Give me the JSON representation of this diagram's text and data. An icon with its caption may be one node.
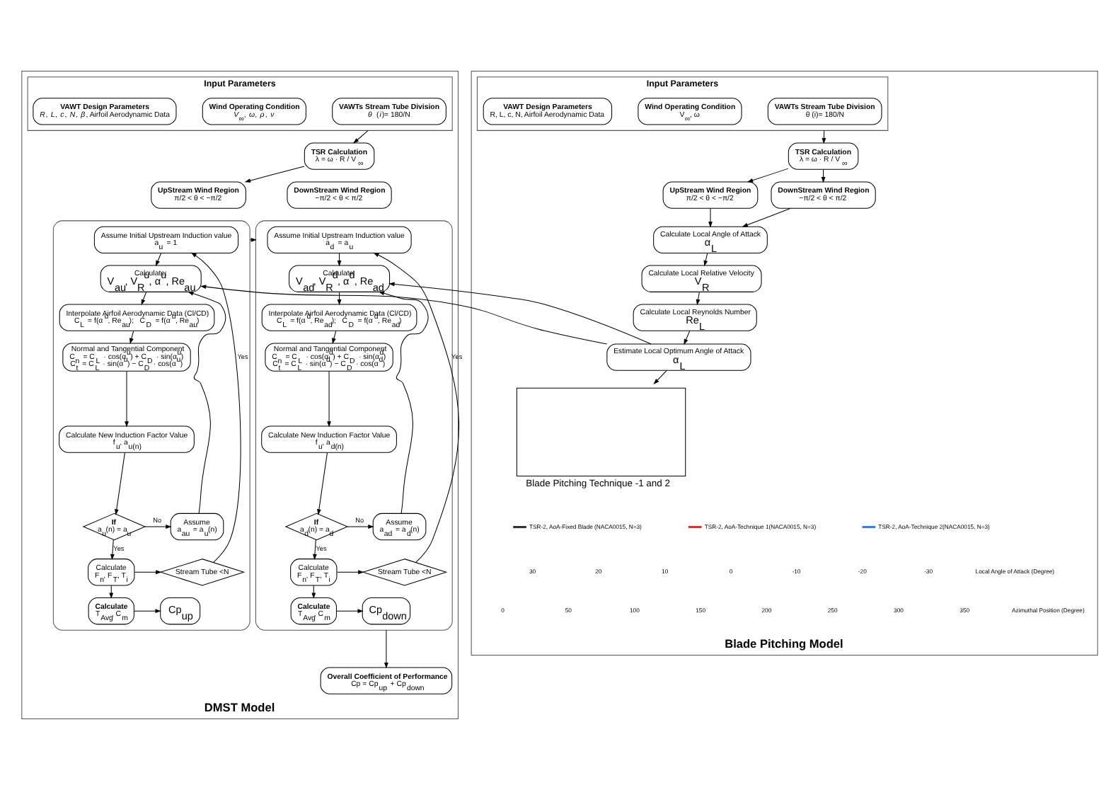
{
  "diagram": {
    "nodes": [
      {
        "text": [
          "DMST Model"
        ]
      },
      {
        "text": [
          "Input Parameters"
        ],
        "in": 0
      },
      {
        "text": [
          "VAWT Design Parameters",
          "*R*, *L*, *c*, *N*, *β*, Airfoil Aerodynamic Data"
        ],
        "in": 1
      },
      {
        "text": [
          "Wind Operating Condition",
          "*V*$_{∞}$, *ω*, *ρ*, *ν*"
        ],
        "in": 1
      },
      {
        "text": [
          "VAWTs Stream Tube Division",
          "*θ* (*i*)= 180/N"
        ],
        "in": 1
      },
      {
        "text": [
          "TSR Calculation",
          "λ = ω · R / V$_{∞}$"
        ],
        "in": 0
      },
      {
        "text": [
          "UpStream Wind Region",
          "π/2 < θ < −π/2"
        ],
        "in": 0
      },
      {
        "text": [
          "DownStream Wind Region",
          "−π/2 < θ < π/2"
        ],
        "in": 0
      },
      {
        "text": [],
        "shape": "box",
        "in": 0
      },
      {
        "text": [
          "Assume Initial Upstream Induction value",
          "a$_{u}$ = 1"
        ],
        "in": 8
      },
      {
        "text": [
          "Calculate:",
          "V$_{au}$, V$_{R}$$^{u}$, α$^{u}$, Re$_{au}$"
        ],
        "in": 8
      },
      {
        "text": [
          "Interpolate Airfoil Aerodynamic Data (Cl/CD)",
          "C$_{L}$ = f(α$^{u}$, Re$_{au}$);   C$_{D}$ = f(α$^{u}$, Re$_{au}$)"
        ],
        "in": 8
      },
      {
        "text": [
          "Normal and Tangential Component",
          "C$_{n}$ = C$_{L}$ · cos(α$^{u}$) + C$_{D}$ · sin(α$^{u}$)",
          "C$_{t}$ = C$_{L}$ · sin(α$^{u}$) − C$_{D}$ · cos(α$^{u}$)"
        ],
        "in": 8
      },
      {
        "text": [
          "Calculate New Induction Factor Value",
          "f$_{u}$, a$_{u(n)}$"
        ],
        "in": 8
      },
      {
        "text": [
          "If",
          "a$_{u}$(n) = a$_{u}$"
        ],
        "in": 8
      },
      {
        "text": [
          "Assume",
          "a$_{au}$ = a$_{u}$(n)"
        ],
        "in": 8
      },
      {
        "text": [
          "Calculate",
          "F$_{n}$, F$_{T}$, T$_{i}$"
        ],
        "in": 8
      },
      {
        "text": [
          "Stream Tube <N"
        ],
        "in": 8
      },
      {
        "text": [
          "Calculate",
          "T$_{Avg}$, C$_{m}$"
        ],
        "in": 8
      },
      {
        "text": [
          "Cp$_{up}$"
        ],
        "in": 8
      },
      {
        "text": [],
        "shape": "box",
        "in": 0
      },
      {
        "text": [
          "Assume Initial Upstream Induction value",
          "a$_{d}$ = a$_{u}$"
        ],
        "in": 20
      },
      {
        "text": [
          "Calculate:",
          "V$_{ad}$, V$_{R}$$^{d}$, α$^{d}$, Re$_{ad}$"
        ],
        "in": 20
      },
      {
        "text": [
          "Interpolate Airfoil Aerodynamic Data (Cl/CD)",
          "C$_{L}$ = f(α$^{d}$, Re$_{ad}$);   C$_{D}$ = f(α$^{d}$, Re$_{ad}$)"
        ],
        "in": 20
      },
      {
        "text": [
          "Normal and Tangential Component",
          "C$_{n}$ = C$_{L}$ · cos(α$^{d}$) + C$_{D}$ · sin(α$^{d}$)",
          "C$_{t}$ = C$_{L}$ · sin(α$^{d}$) − C$_{D}$ · cos(α$^{d}$)"
        ],
        "in": 20
      },
      {
        "text": [
          "Calculate New Induction Factor Value",
          "f$_{u}$, a$_{d(n)}$"
        ],
        "in": 20
      },
      {
        "text": [
          "If",
          "a$_{d}$(n) = a$_{d}$"
        ],
        "in": 20
      },
      {
        "text": [
          "Assume",
          "a$_{ad}$ = a$_{d}$(n)"
        ],
        "in": 20
      },
      {
        "text": [
          "Calculate",
          "F$_{n}$, F$_{T}$, T$_{i}$"
        ],
        "in": 20
      },
      {
        "text": [
          "Stream Tube <N"
        ],
        "in": 20
      },
      {
        "text": [
          "Calculate",
          "T$_{Avg}$, C$_{m}$"
        ],
        "in": 20
      },
      {
        "text": [
          "Cp$_{down}$"
        ],
        "in": 20
      },
      {
        "text": [
          "Overall Coefficient of Performance",
          "Cp = Cp$_{up}$ + Cp$_{down}$"
        ],
        "in": 0
      },
      {
        "text": [
          "Blade Pitching Model"
        ]
      },
      {
        "text": [
          "Input Parameters"
        ],
        "in": 33
      },
      {
        "text": [
          "VAWT Design Parameters",
          "R, L, c, N, Airfoil Aerodynamic Data"
        ],
        "in": 34
      },
      {
        "text": [
          "Wind Operating Condition",
          "V$_{∞}$, ω"
        ],
        "in": 34
      },
      {
        "text": [
          "VAWTs Stream Tube Division",
          "θ (i)= 180/N"
        ],
        "in": 34
      },
      {
        "text": [
          "TSR Calculation",
          "λ = ω · R / V$_{∞}$"
        ],
        "in": 33
      },
      {
        "text": [
          "UpStream Wind Region",
          "π/2 < θ < −π/2"
        ],
        "in": 33
      },
      {
        "text": [
          "DownStream Wind Region",
          "−π/2 < θ < π/2"
        ],
        "in": 33
      },
      {
        "text": [
          "Calculate Local Angle of Attack",
          "α$_{L}$"
        ],
        "in": 33
      },
      {
        "text": [
          "Calculate Local Relative Velocity",
          "V$_{R}$"
        ],
        "in": 33
      },
      {
        "text": [
          "Calculate Local Reynolds Number",
          "Re$_{L}$"
        ],
        "in": 33
      },
      {
        "text": [
          "Estimate Local Optimum Angle of Attack",
          "α$_{L}$"
        ],
        "in": 33
      },
      {
        "text": [],
        "shape": "box",
        "in": 33,
        "beside": [
          "Blade Pitching Technique -1 and 2"
        ]
      }
    ],
    "edges": [
      {
        "from": 1,
        "to": 5,
        "arrow": "to"
      },
      {
        "from": 5,
        "to": 6,
        "arrow": "to"
      },
      {
        "from": 9,
        "to": 10,
        "arrow": "to"
      },
      {
        "from": 10,
        "to": 11,
        "arrow": "to"
      },
      {
        "from": 11,
        "to": 12,
        "arrow": "to"
      },
      {
        "from": 12,
        "to": 13,
        "arrow": "to"
      },
      {
        "from": 13,
        "to": 14,
        "arrow": "to"
      },
      {
        "from": 14,
        "to": 15,
        "arrow": "to",
        "label": "No"
      },
      {
        "from": 15,
        "to": 10,
        "arrow": "to"
      },
      {
        "from": 14,
        "to": 16,
        "arrow": "to",
        "label": "Yes"
      },
      {
        "from": 16,
        "to": 17,
        "arrow": "to"
      },
      {
        "from": 17,
        "to": 9,
        "arrow": "to",
        "label": "Yes"
      },
      {
        "from": 16,
        "to": 18,
        "arrow": "to"
      },
      {
        "from": 18,
        "to": 19,
        "arrow": "to"
      },
      {
        "from": 8,
        "to": 20,
        "arrow": "to"
      },
      {
        "from": 21,
        "to": 22,
        "arrow": "to"
      },
      {
        "from": 22,
        "to": 23,
        "arrow": "to"
      },
      {
        "from": 23,
        "to": 24,
        "arrow": "to"
      },
      {
        "from": 24,
        "to": 25,
        "arrow": "to"
      },
      {
        "from": 25,
        "to": 26,
        "arrow": "to"
      },
      {
        "from": 26,
        "to": 27,
        "arrow": "to",
        "label": "No"
      },
      {
        "from": 27,
        "to": 22,
        "arrow": "to"
      },
      {
        "from": 26,
        "to": 28,
        "arrow": "to",
        "label": "Yes"
      },
      {
        "from": 28,
        "to": 29,
        "arrow": "to"
      },
      {
        "from": 29,
        "to": 21,
        "arrow": "to",
        "label": "Yes"
      },
      {
        "from": 28,
        "to": 30,
        "arrow": "to"
      },
      {
        "from": 30,
        "to": 31,
        "arrow": "to"
      },
      {
        "from": 20,
        "to": 32,
        "arrow": "to"
      },
      {
        "from": 34,
        "to": 38,
        "arrow": "to"
      },
      {
        "from": 38,
        "to": 39,
        "arrow": "to"
      },
      {
        "from": 38,
        "to": 40,
        "arrow": "to"
      },
      {
        "from": 39,
        "to": 41,
        "arrow": "to"
      },
      {
        "from": 40,
        "to": 41,
        "arrow": "to"
      },
      {
        "from": 41,
        "to": 42,
        "arrow": "to"
      },
      {
        "from": 42,
        "to": 43,
        "arrow": "to"
      },
      {
        "from": 43,
        "to": 44,
        "arrow": "to"
      },
      {
        "from": 44,
        "to": 45,
        "arrow": "to"
      },
      {
        "from": 44,
        "to": 10,
        "arrow": "to"
      },
      {
        "from": 44,
        "to": 22,
        "arrow": "to"
      }
    ],
    "labels": [
      "30",
      "20",
      "10",
      "0",
      "-10",
      "-20",
      "-30",
      "Local Angle of Attack (Degree)",
      "0",
      "50",
      "100",
      "150",
      "200",
      "250",
      "300",
      "350",
      "Azimuthal Position (Degree)"
    ],
    "legend": [
      {
        "text": "TSR-2, AoA-Fixed Blade (NACA0015, N=3)"
      },
      {
        "text": "TSR-2, AoA-Technique 1(NACA0015, N=3)"
      },
      {
        "text": "TSR-2, AoA-Technique 2(NACA0015, N=3)"
      }
    ]
  }
}
